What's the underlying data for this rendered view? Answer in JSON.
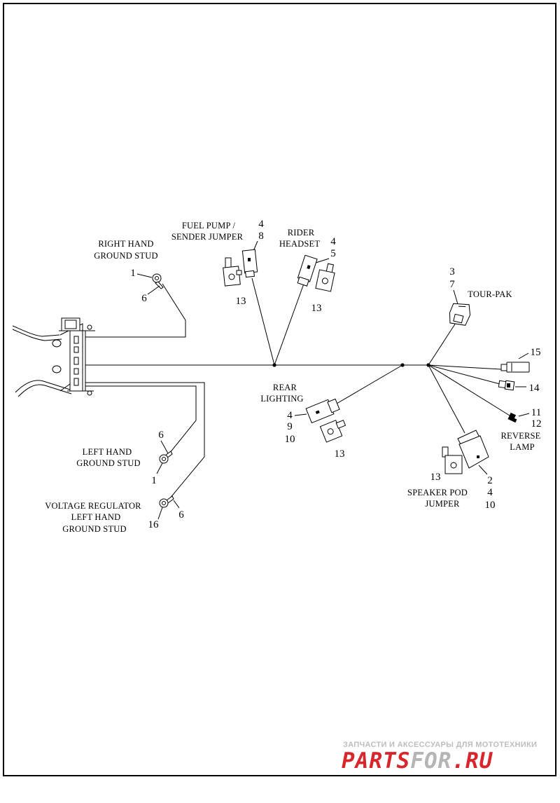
{
  "labels": {
    "right_hand_ground_stud_1": "RIGHT HAND",
    "right_hand_ground_stud_2": "GROUND STUD",
    "fuel_pump_1": "FUEL PUMP /",
    "fuel_pump_2": "SENDER JUMPER",
    "rider_headset_1": "RIDER",
    "rider_headset_2": "HEADSET",
    "tour_pak": "TOUR-PAK",
    "rear_lighting_1": "REAR",
    "rear_lighting_2": "LIGHTING",
    "reverse_lamp_1": "REVERSE",
    "reverse_lamp_2": "LAMP",
    "speaker_pod_1": "SPEAKER POD",
    "speaker_pod_2": "JUMPER",
    "left_hand_ground_stud_1": "LEFT HAND",
    "left_hand_ground_stud_2": "GROUND STUD",
    "voltage_regulator_1": "VOLTAGE REGULATOR",
    "voltage_regulator_2": "LEFT HAND",
    "voltage_regulator_3": "GROUND STUD"
  },
  "callouts": {
    "rh_stud_1": "1",
    "rh_stud_6": "6",
    "fuel_4": "4",
    "fuel_8": "8",
    "fuel_13": "13",
    "rider_4": "4",
    "rider_5": "5",
    "rider_13": "13",
    "tour_3": "3",
    "tour_7": "7",
    "c15": "15",
    "c14": "14",
    "c11": "11",
    "c12": "12",
    "rear_4": "4",
    "rear_9": "9",
    "rear_10": "10",
    "rear_13": "13",
    "spk_13": "13",
    "spk_2": "2",
    "spk_4": "4",
    "spk_10": "10",
    "lh_6": "6",
    "lh_1": "1",
    "vr_6": "6",
    "vr_16": "16"
  },
  "watermark": {
    "top": "ЗАПЧАСТИ И АКСЕССУАРЫ ДЛЯ МОТОТЕХНИКИ",
    "logo_red": "PARTS",
    "logo_gray": "FOR",
    "logo_tail": ".RU"
  },
  "colors": {
    "line": "#000000",
    "watermark_red": "#d9262c",
    "watermark_gray": "#b5b5b5"
  }
}
